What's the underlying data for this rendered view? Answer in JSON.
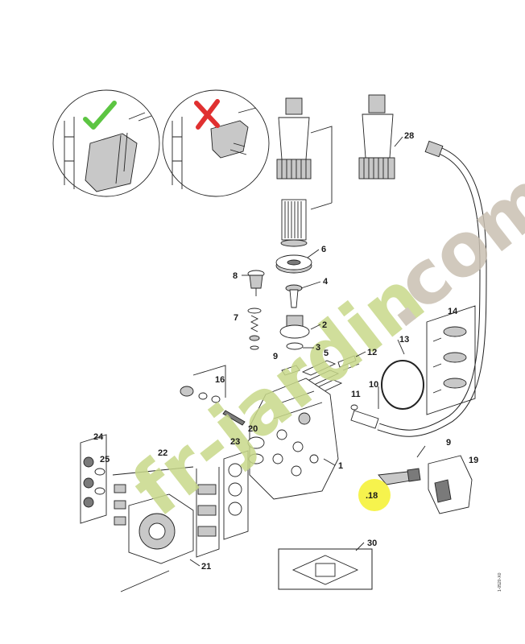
{
  "figure_code": "1-0520-X0",
  "watermark": {
    "text": "fr-jardin.com",
    "color_green": "#c8d98a",
    "color_orange": "#f2c9a0",
    "color_grey": "#c9c0b2"
  },
  "highlight_color": "#f5f23a",
  "check_color": "#5cc542",
  "cross_color": "#e03030",
  "callouts": [
    {
      "id": "1",
      "label": "1"
    },
    {
      "id": "2",
      "label": "2"
    },
    {
      "id": "3",
      "label": "3"
    },
    {
      "id": "4",
      "label": "4"
    },
    {
      "id": "5",
      "label": "5"
    },
    {
      "id": "6",
      "label": "6"
    },
    {
      "id": "7",
      "label": "7"
    },
    {
      "id": "8",
      "label": "8"
    },
    {
      "id": "9a",
      "label": "9"
    },
    {
      "id": "9b",
      "label": "9"
    },
    {
      "id": "10",
      "label": "10"
    },
    {
      "id": "11",
      "label": "11"
    },
    {
      "id": "12",
      "label": "12"
    },
    {
      "id": "13",
      "label": "13"
    },
    {
      "id": "14",
      "label": "14"
    },
    {
      "id": "16",
      "label": "16"
    },
    {
      "id": "18",
      "label": ".18"
    },
    {
      "id": "19",
      "label": "19"
    },
    {
      "id": "20",
      "label": "20"
    },
    {
      "id": "21",
      "label": "21"
    },
    {
      "id": "22",
      "label": "22"
    },
    {
      "id": "23",
      "label": "23"
    },
    {
      "id": "24",
      "label": "24"
    },
    {
      "id": "25",
      "label": "25"
    },
    {
      "id": "28",
      "label": "28"
    },
    {
      "id": "30",
      "label": "30"
    }
  ]
}
